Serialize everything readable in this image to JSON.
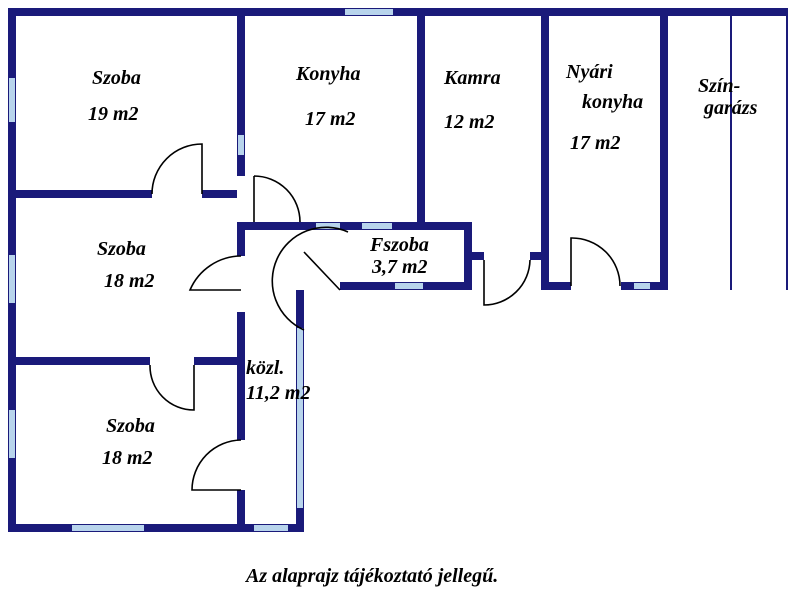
{
  "rooms": {
    "szoba1": {
      "name": "Szoba",
      "area": "19 m2"
    },
    "konyha": {
      "name": "Konyha",
      "area": "17 m2"
    },
    "kamra": {
      "name": "Kamra",
      "area": "12 m2"
    },
    "nyari_konyha": {
      "name_line1": "Nyári",
      "name_line2": "konyha",
      "area": "17 m2"
    },
    "szin_garazs": {
      "name_line1": "Szín-",
      "name_line2": "garázs"
    },
    "szoba2": {
      "name": "Szoba",
      "area": "18 m2"
    },
    "fszoba": {
      "name": "Fszoba",
      "area": "3,7 m2"
    },
    "kozl": {
      "name": "közl.",
      "area": "11,2 m2"
    },
    "szoba3": {
      "name": "Szoba",
      "area": "18 m2"
    }
  },
  "caption": "Az alaprajz tájékoztató jellegű.",
  "colors": {
    "wall": "#1a1a7a",
    "window": "#b8d4ec"
  }
}
